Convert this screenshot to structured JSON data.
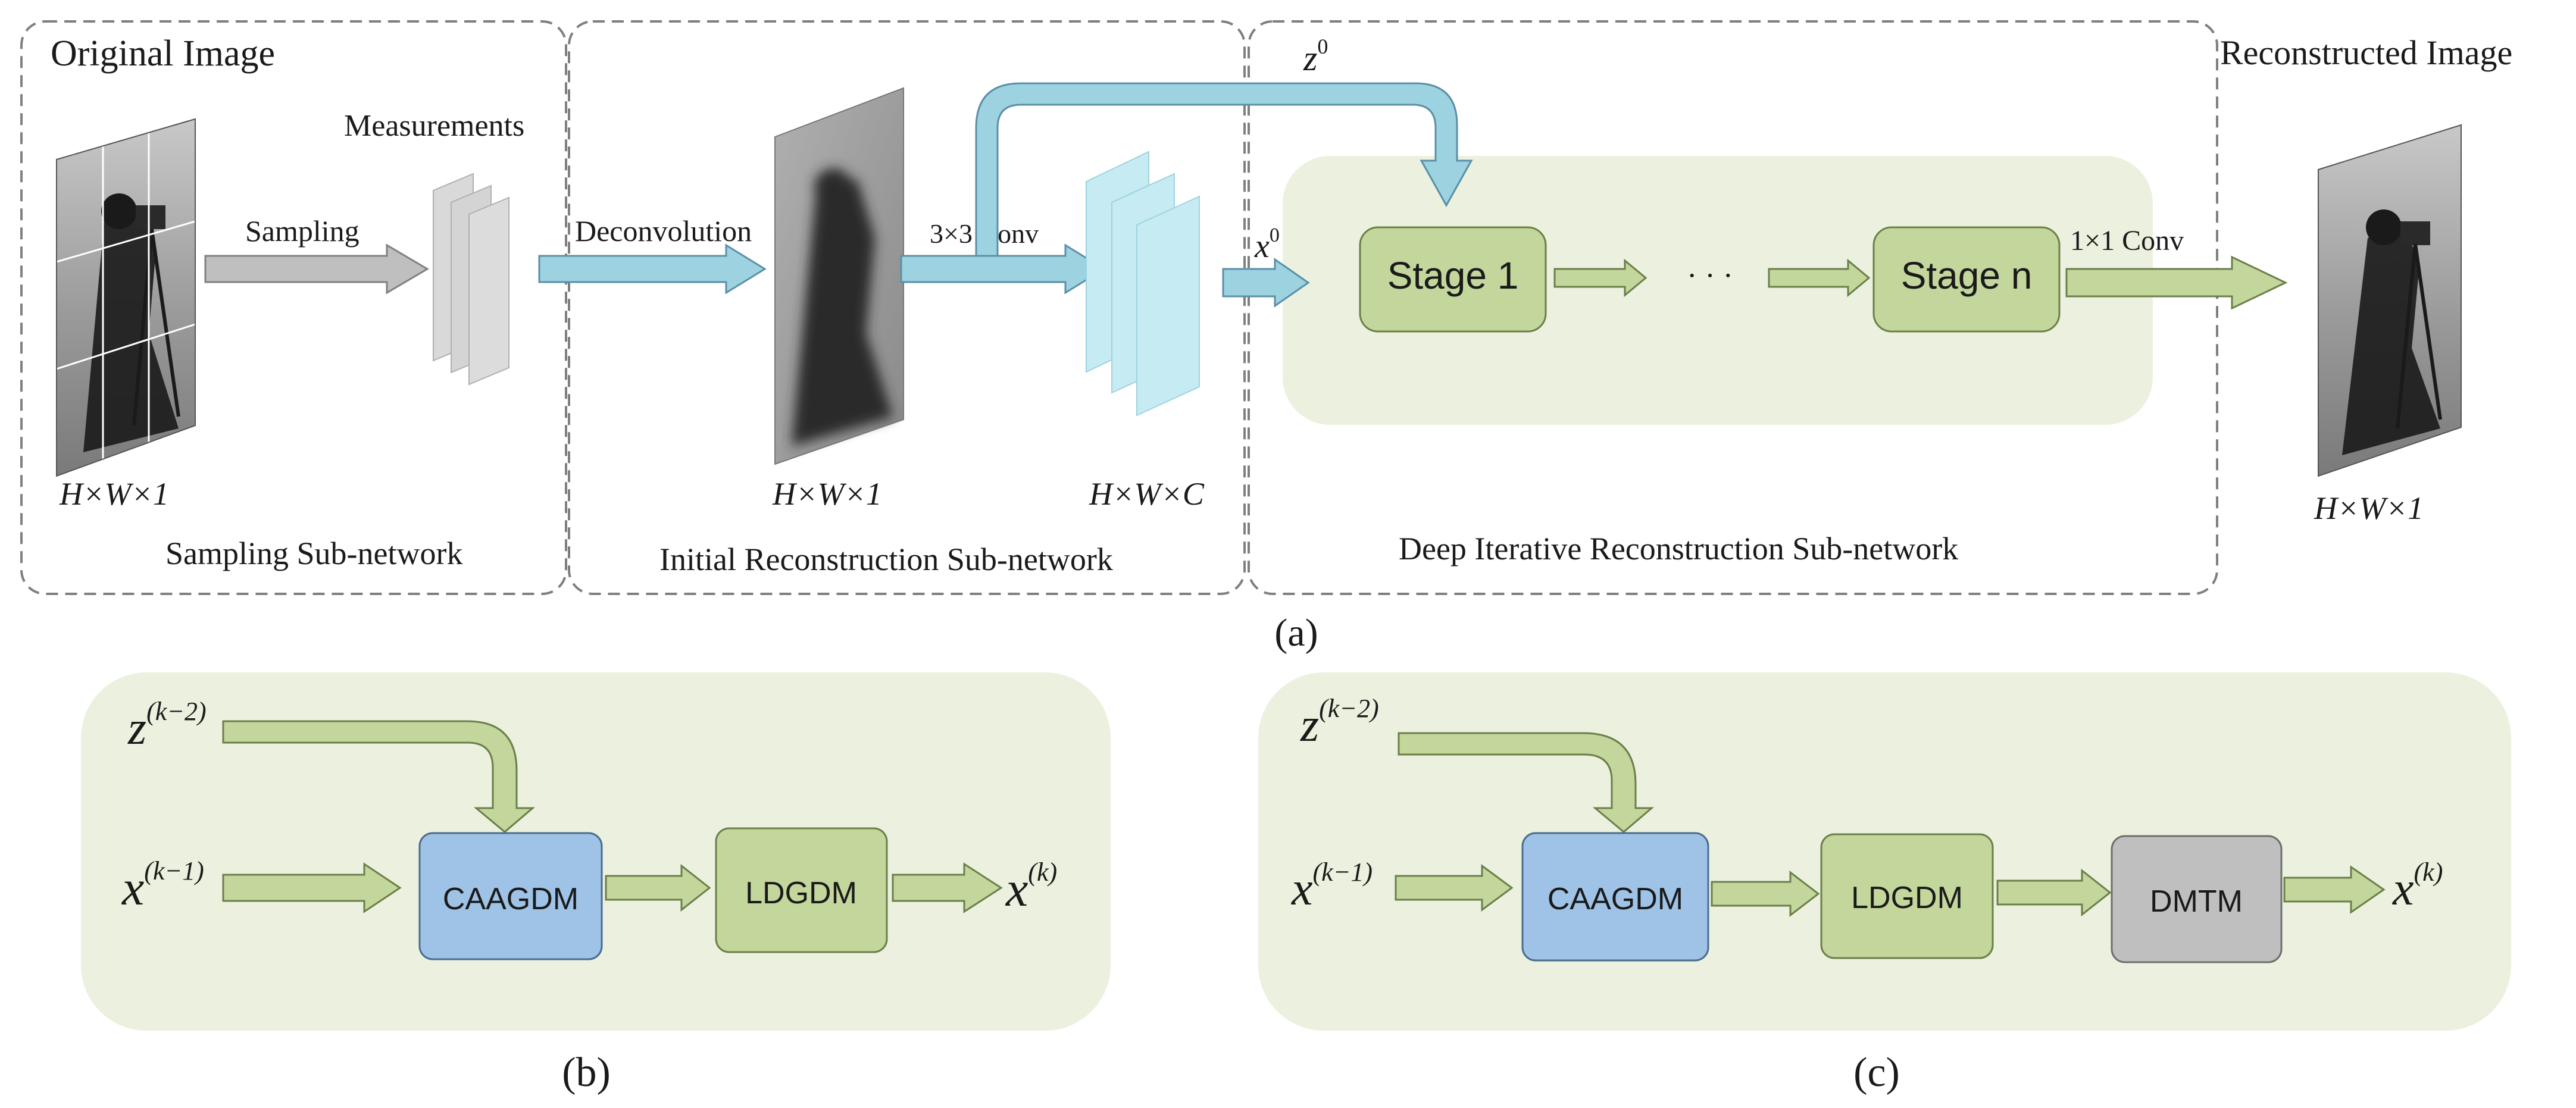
{
  "panel_a": {
    "original_image_label": "Original Image",
    "measurements_label": "Measurements",
    "sampling_label": "Sampling",
    "deconvolution_label": "Deconvolution",
    "conv3_label": "3×3  Conv",
    "conv1_label": "1×1 Conv",
    "reconstructed_image_label": "Reconstructed Image",
    "z0_label": "z",
    "z0_sup": "0",
    "x0_label": "x",
    "x0_sup": "0",
    "stage1_label": "Stage  1",
    "stagen_label": "Stage  n",
    "ellipsis": "· · ·",
    "dim_original": "H×W×1",
    "dim_initial": "H×W×1",
    "dim_features": "H×W×C",
    "dim_reconstructed": "H×W×1",
    "sampling_subnet": "Sampling Sub-network",
    "initial_subnet": "Initial Reconstruction Sub-network",
    "deep_subnet": "Deep Iterative Reconstruction Sub-network",
    "caption": "(a)"
  },
  "panel_b": {
    "z_label": "z",
    "z_sup": "(k−2)",
    "x_in_label": "x",
    "x_in_sup": "(k−1)",
    "x_out_label": "x",
    "x_out_sup": "(k)",
    "caagdm_label": "CAAGDM",
    "ldgdm_label": "LDGDM",
    "caption": "(b)"
  },
  "panel_c": {
    "z_label": "z",
    "z_sup": "(k−2)",
    "x_in_label": "x",
    "x_in_sup": "(k−1)",
    "x_out_label": "x",
    "x_out_sup": "(k)",
    "caagdm_label": "CAAGDM",
    "ldgdm_label": "LDGDM",
    "dmtm_label": "DMTM",
    "caption": "(c)"
  },
  "colors": {
    "green_fill": "#a9c48a",
    "green_box": "#c3d69b",
    "panel_bg": "#ebf1de",
    "blue_box": "#9fc3e7",
    "gray_box": "#bfbfbf",
    "arrow_blue": "#9dd3e0",
    "dashed": "#7f7f7f"
  },
  "icons": {
    "original_image": "cameraman-photo",
    "initial_image": "blurred-cameraman-photo",
    "reconstructed_image": "cameraman-photo",
    "measurements": "stacked-gray-planes",
    "feature_maps": "stacked-cyan-planes"
  }
}
